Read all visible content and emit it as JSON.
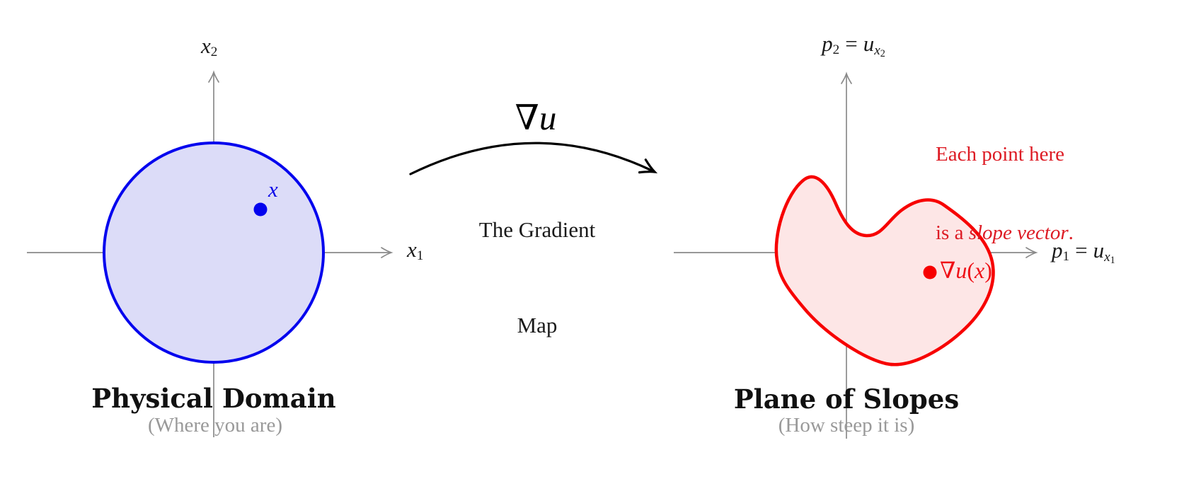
{
  "figure": {
    "left_panel": {
      "axis_y_label": {
        "var": "x",
        "sub": "2"
      },
      "axis_x_label": {
        "var": "x",
        "sub": "1"
      },
      "point_label": "x",
      "title": "Physical Domain",
      "subtitle": "(Where you are)"
    },
    "gradient_map": {
      "nabla": "∇",
      "u": "u",
      "caption_line1": "The Gradient",
      "caption_line2": "Map"
    },
    "right_panel": {
      "axis_y_label": {
        "p": "p",
        "p_sub": "2",
        "equals": "=",
        "u": "u",
        "u_sub_var": "x",
        "u_sub_num": "2"
      },
      "axis_x_label": {
        "p": "p",
        "p_sub": "1",
        "equals": "=",
        "u": "u",
        "u_sub_var": "x",
        "u_sub_num": "1"
      },
      "annotation": {
        "line1": "Each point here",
        "line2_prefix": "is a ",
        "line2_italic": "slope vector",
        "line2_suffix": "."
      },
      "point_label": {
        "nabla": "∇",
        "u": "u",
        "open_paren": "(",
        "arg": "x",
        "close_paren": ")"
      },
      "title": "Plane of Slopes",
      "subtitle": "(How steep it is)"
    },
    "colors": {
      "domain_stroke": "#0202ee",
      "domain_fill": "#dcdcf8",
      "range_stroke": "#f70000",
      "range_fill": "#fde6e6",
      "axis_gray": "#8a8a8a",
      "subtitle_gray": "#999999",
      "annotation_red": "#dd1b24",
      "map_arrow_black": "#000000"
    }
  }
}
